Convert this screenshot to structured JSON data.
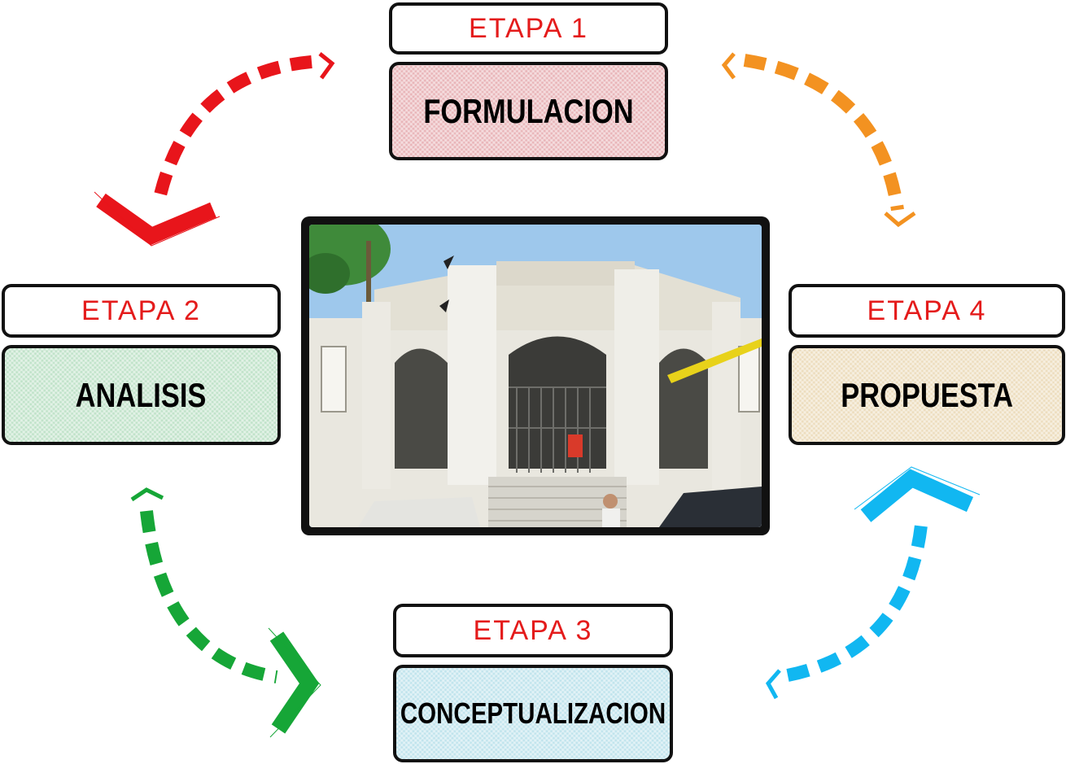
{
  "stages": [
    {
      "label": "ETAPA 1",
      "name": "FORMULACION"
    },
    {
      "label": "ETAPA 2",
      "name": "ANALISIS"
    },
    {
      "label": "ETAPA 3",
      "name": "CONCEPTUALIZACION"
    },
    {
      "label": "ETAPA 4",
      "name": "PROPUESTA"
    }
  ],
  "colors": {
    "label_text": "#e41b1b",
    "arrow_1": "#e8151b",
    "arrow_2": "#16a637",
    "arrow_3": "#11b7f1",
    "arrow_4": "#f39221",
    "box_1": "#e8b3b7",
    "box_2": "#bfe2c8",
    "box_3": "#bfe3ec",
    "box_4": "#ecdcbc"
  },
  "photo": {
    "subject": "building-facade-photo"
  }
}
